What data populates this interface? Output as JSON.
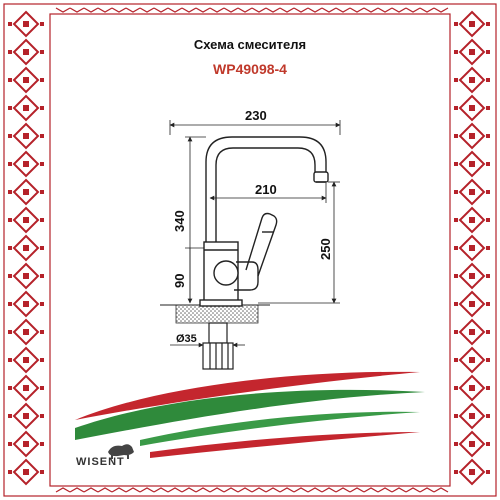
{
  "header": {
    "scheme_title": "Схема смесителя",
    "model": "WP49098-4"
  },
  "dimensions": {
    "width_total": "230",
    "spout_reach": "210",
    "height_total": "340",
    "spout_height": "250",
    "handle_height": "90",
    "base_diameter": "Ø35"
  },
  "brand": {
    "name": "WISENT",
    "logo": "bison-icon"
  },
  "colors": {
    "border_red": "#b5222a",
    "model_red": "#c0392b",
    "wave_red": "#c4262e",
    "wave_green": "#2f8a3b",
    "line": "#222222",
    "hatch": "#555555"
  }
}
